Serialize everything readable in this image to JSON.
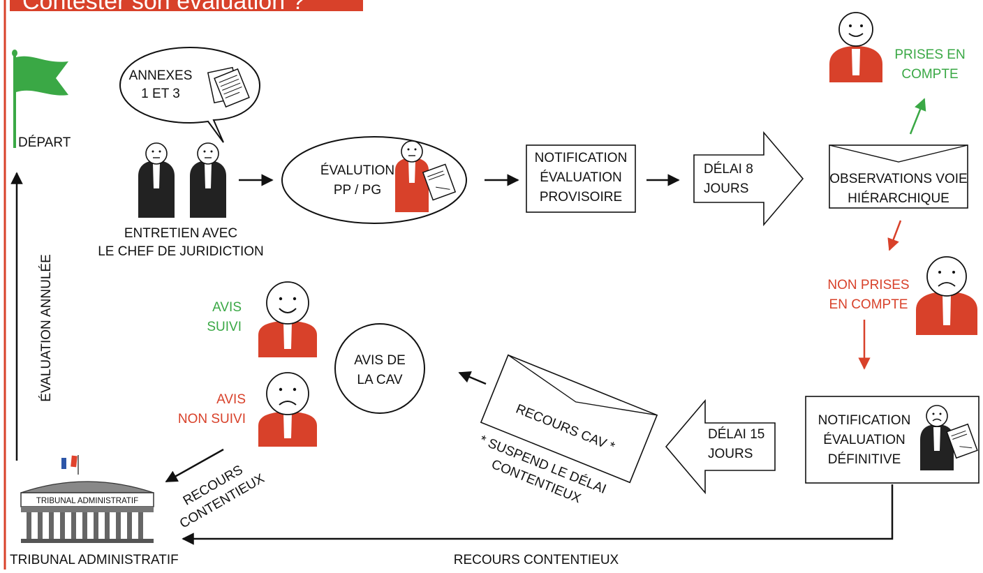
{
  "header": {
    "title": "Contester son évaluation ?"
  },
  "colors": {
    "accent_red": "#d8412a",
    "accent_green": "#3aa845",
    "robe_black": "#222222"
  },
  "nodes": {
    "depart": "DÉPART",
    "annexes": {
      "line1": "ANNEXES",
      "line2": "1 ET 3"
    },
    "entretien": {
      "line1": "ENTRETIEN AVEC",
      "line2": "LE CHEF DE JURIDICTION"
    },
    "evaluation": {
      "line1": "ÉVALUTION",
      "line2": "PP / PG"
    },
    "notif_provisoire": {
      "line1": "NOTIFICATION",
      "line2": "ÉVALUATION",
      "line3": "PROVISOIRE"
    },
    "delai8": {
      "line1": "DÉLAI 8",
      "line2": "JOURS"
    },
    "observations": {
      "line1": "OBSERVATIONS VOIE",
      "line2": "HIÉRARCHIQUE"
    },
    "prises": {
      "line1": "PRISES EN",
      "line2": "COMPTE"
    },
    "non_prises": {
      "line1": "NON PRISES",
      "line2": "EN COMPTE"
    },
    "notif_definitive": {
      "line1": "NOTIFICATION",
      "line2": "ÉVALUATION",
      "line3": "DÉFINITIVE"
    },
    "delai15": {
      "line1": "DÉLAI 15",
      "line2": "JOURS"
    },
    "recours_cav": "RECOURS CAV *",
    "suspend": {
      "line1": "* SUSPEND LE DÉLAI",
      "line2": "CONTENTIEUX"
    },
    "avis_cav": {
      "line1": "AVIS DE",
      "line2": "LA CAV"
    },
    "avis_suivi": {
      "line1": "AVIS",
      "line2": "SUIVI"
    },
    "avis_non_suivi": {
      "line1": "AVIS",
      "line2": "NON SUIVI"
    },
    "recours_contentieux_diag": {
      "line1": "RECOURS",
      "line2": "CONTENTIEUX"
    },
    "evaluation_annulee": "ÉVALUATION ANNULÉE",
    "tribunal_sign": "TRIBUNAL ADMINISTRATIF",
    "tribunal_label": "TRIBUNAL ADMINISTRATIF",
    "recours_contentieux_bottom": "RECOURS CONTENTIEUX"
  },
  "icons": [
    "flag-icon",
    "speech-bubble-icon",
    "documents-icon",
    "judge-icon",
    "envelope-icon",
    "courthouse-icon",
    "french-flag-icon"
  ]
}
